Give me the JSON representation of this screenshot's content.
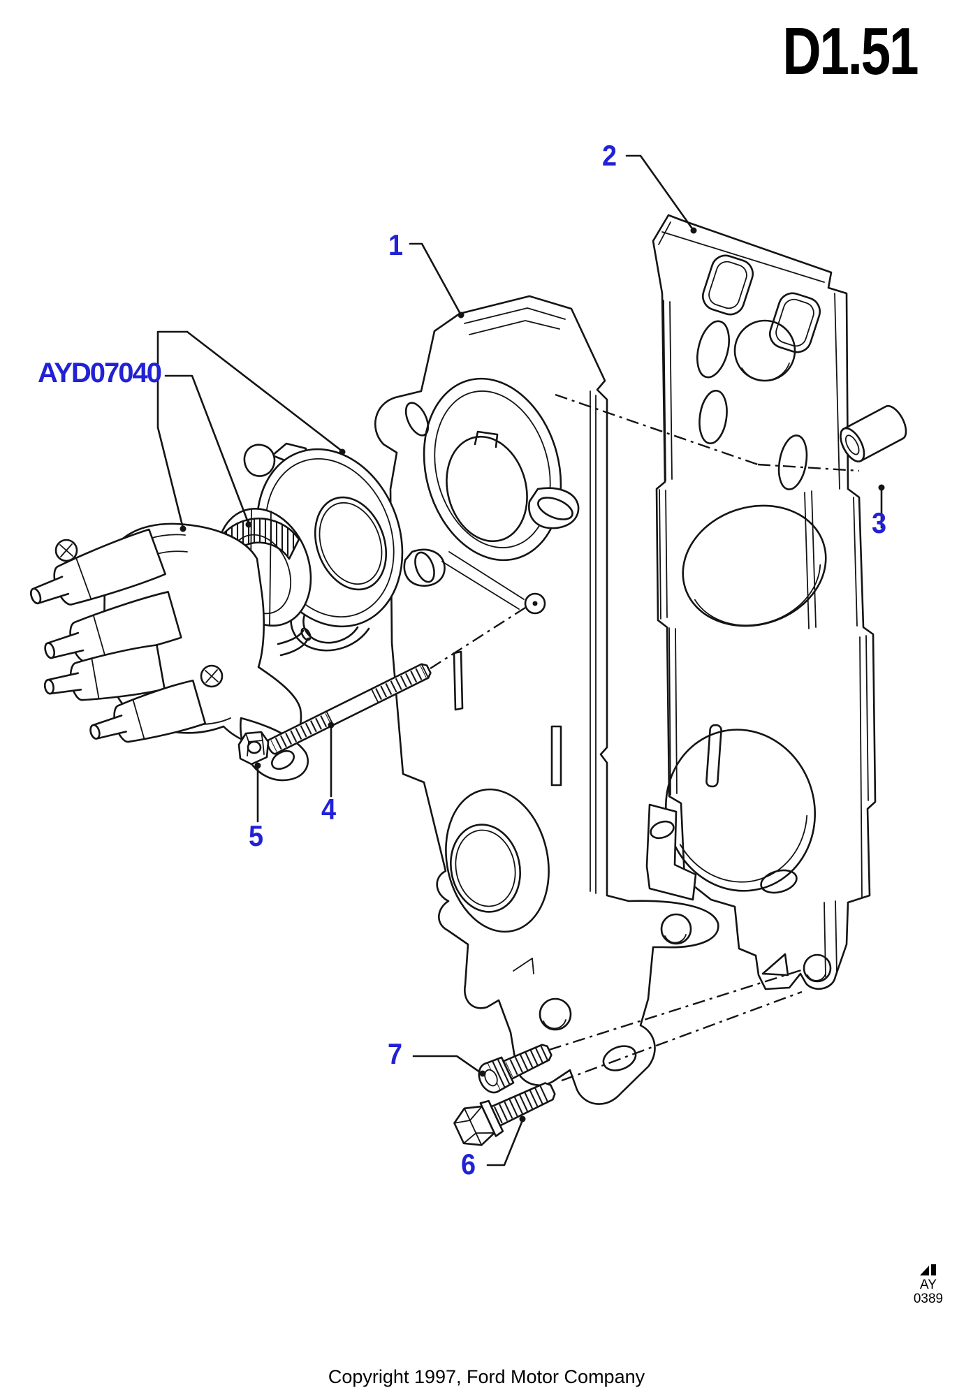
{
  "page": {
    "code": "D1.51",
    "footer": "Copyright 1997, Ford Motor Company"
  },
  "corner_mark": {
    "icon": "print-registration-icon",
    "line1": "AY",
    "line2": "0389"
  },
  "callouts": {
    "kit_code": "AYD07040",
    "item1": "1",
    "item2": "2",
    "item3": "3",
    "item4": "4",
    "item5": "5",
    "item6": "6",
    "item7": "7"
  },
  "colors": {
    "callout_blue": "#2121d6",
    "ink": "#141414",
    "paper": "#ffffff"
  }
}
